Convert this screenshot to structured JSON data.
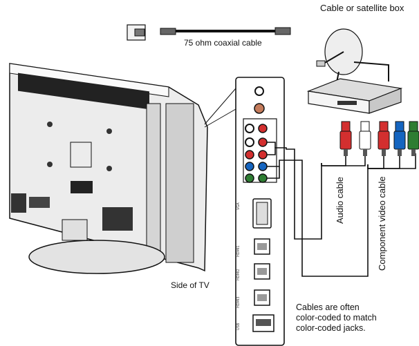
{
  "labels": {
    "box": "Cable or satellite box",
    "coax": "75 ohm coaxial cable",
    "side_of_tv": "Side of TV",
    "audio_cable": "Audio cable",
    "component_cable": "Component video cable",
    "note_lines": [
      "Cables are often",
      "color-coded to match",
      "color-coded jacks."
    ]
  },
  "colors": {
    "red": "#d32f2f",
    "blue": "#1565c0",
    "green": "#2e7d32",
    "white_plug": "#ffffff",
    "line": "#111111"
  },
  "icons": [
    "satellite-dish-icon",
    "cable-box-icon",
    "tv-back-icon",
    "coax-wall-outlet-icon"
  ]
}
